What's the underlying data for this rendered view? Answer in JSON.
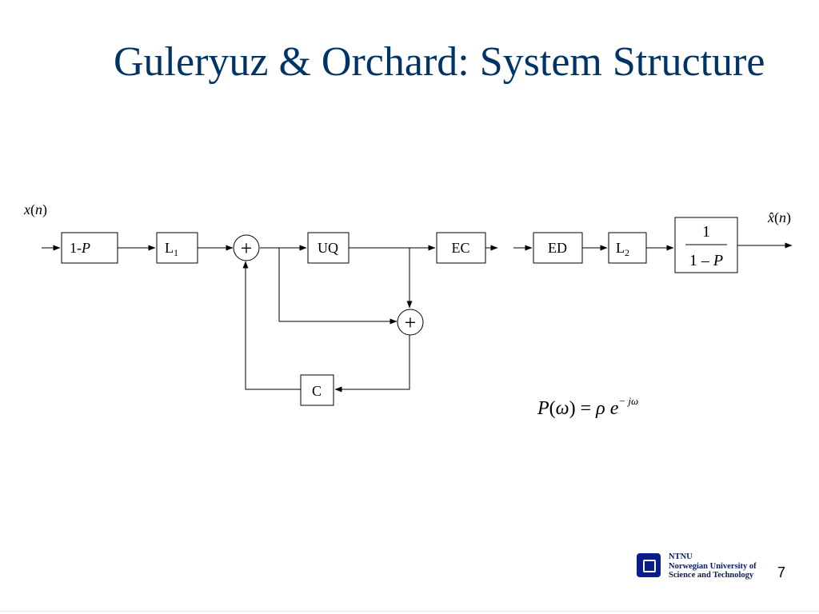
{
  "slide": {
    "title": "Guleryuz & Orchard: System Structure",
    "page_number": "7"
  },
  "diagram": {
    "input_label": {
      "var": "x",
      "open": "(",
      "arg": "n",
      "close": ")"
    },
    "output_label": {
      "var": "x̂",
      "open": "(",
      "arg": "n",
      "close": ")"
    },
    "blocks": {
      "prefilter": {
        "prefix": "1-",
        "var": "P"
      },
      "l1": {
        "base": "L",
        "sub": "1"
      },
      "uq": "UQ",
      "ec": "EC",
      "ed": "ED",
      "l2": {
        "base": "L",
        "sub": "2"
      },
      "inverse": {
        "numerator": "1",
        "denominator": "1 – ",
        "denominator_var": "P"
      },
      "c": "C"
    },
    "adders": {
      "adder_1": "+",
      "adder_2": "+"
    },
    "equation": {
      "lhs_var": "P",
      "lhs_open": "(",
      "lhs_omega": "ω",
      "lhs_close": ")",
      "equals": " = ",
      "rho": "ρ",
      "e": "e",
      "exponent": "− jω"
    }
  },
  "footer": {
    "org_line1": "NTNU",
    "org_line2": "Norwegian University of",
    "org_line3": "Science and Technology",
    "logo_icon": "ntnu-logo-icon",
    "logo_color": "#0b1d8c"
  },
  "colors": {
    "title": "#003366",
    "lines": "#000000",
    "background": "#ffffff"
  }
}
